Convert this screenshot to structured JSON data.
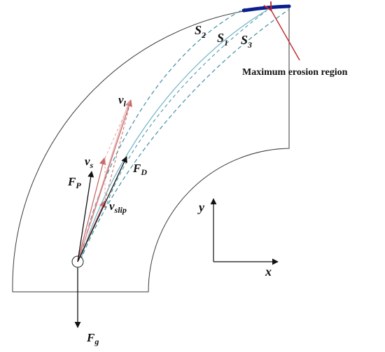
{
  "labels": {
    "S2": {
      "main": "S",
      "sub": "2"
    },
    "S1": {
      "main": "S",
      "sub": "1"
    },
    "S3": {
      "main": "S",
      "sub": "3"
    },
    "vl": {
      "main": "v",
      "sub": "l"
    },
    "vs": {
      "main": "v",
      "sub": "s"
    },
    "vslip": {
      "main": "v",
      "sub": "slip"
    },
    "FP": {
      "main": "F",
      "sub": "P"
    },
    "FD": {
      "main": "F",
      "sub": "D"
    },
    "Fg": {
      "main": "F",
      "sub": "g"
    },
    "y": "y",
    "x": "x"
  },
  "annotation": "Maximum erosion region",
  "colors": {
    "outline": "#3a3a3a",
    "streamline_dashed": "#3f8fa3",
    "streamline_solid": "#6fb3c6",
    "erosion_band": "#0b1f8c",
    "annotation_arrow": "#c0282d",
    "velocity_arrow": "#c86a6a",
    "force_arrow": "#111111"
  }
}
